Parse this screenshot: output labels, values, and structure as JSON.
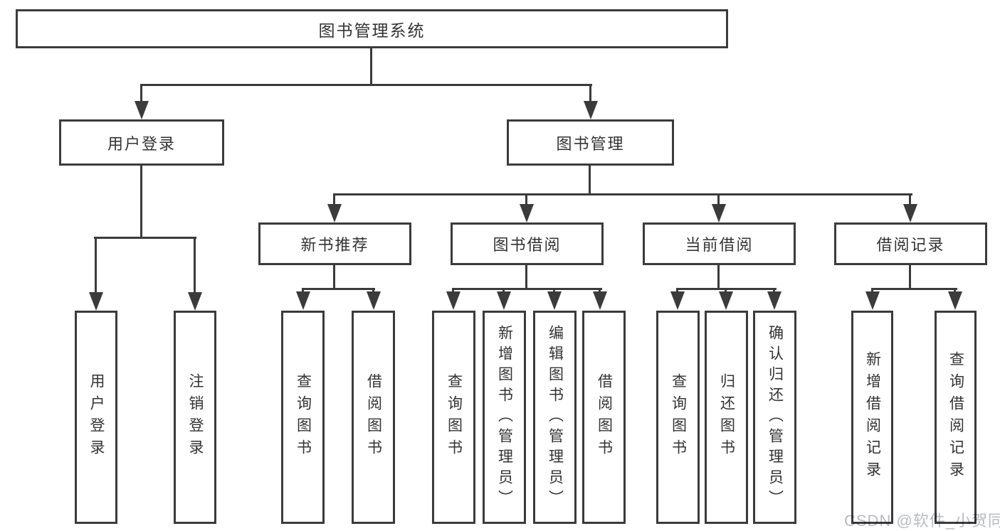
{
  "diagram_title": "图书管理系统",
  "watermark": "CSDN @软件_小贺同学",
  "colors": {
    "line": "#3b3b3b",
    "text": "#333333",
    "background": "#ffffff",
    "watermark": "#b8bbc0"
  },
  "nodes": {
    "root": {
      "label": "图书管理系统"
    },
    "user_login": {
      "label": "用户登录"
    },
    "book_mgmt": {
      "label": "图书管理"
    },
    "new_book_rec": {
      "label": "新书推荐"
    },
    "book_borrow": {
      "label": "图书借阅"
    },
    "current_borrow": {
      "label": "当前借阅"
    },
    "borrow_record": {
      "label": "借阅记录"
    },
    "login_leaf": {
      "label": "用户登录"
    },
    "logout_leaf": {
      "label": "注销登录"
    },
    "rec_query_book": {
      "label": "查询图书"
    },
    "rec_borrow_book": {
      "label": "借阅图书"
    },
    "bb_query_book": {
      "label": "查询图书"
    },
    "bb_add_book": {
      "label": "新增图书（管理员）"
    },
    "bb_edit_book": {
      "label": "编辑图书（管理员）"
    },
    "bb_borrow_book": {
      "label": "借阅图书"
    },
    "cb_query_book": {
      "label": "查询图书"
    },
    "cb_return_book": {
      "label": "归还图书"
    },
    "cb_confirm_return": {
      "label": "确认归还（管理员）"
    },
    "br_add_record": {
      "label": "新增借阅记录"
    },
    "br_query_record": {
      "label": "查询借阅记录"
    }
  },
  "tree": {
    "root": "图书管理系统",
    "children": [
      {
        "label": "用户登录",
        "children": [
          "用户登录",
          "注销登录"
        ]
      },
      {
        "label": "图书管理",
        "children": [
          {
            "label": "新书推荐",
            "children": [
              "查询图书",
              "借阅图书"
            ]
          },
          {
            "label": "图书借阅",
            "children": [
              "查询图书",
              "新增图书（管理员）",
              "编辑图书（管理员）",
              "借阅图书"
            ]
          },
          {
            "label": "当前借阅",
            "children": [
              "查询图书",
              "归还图书",
              "确认归还（管理员）"
            ]
          },
          {
            "label": "借阅记录",
            "children": [
              "新增借阅记录",
              "查询借阅记录"
            ]
          }
        ]
      }
    ]
  }
}
